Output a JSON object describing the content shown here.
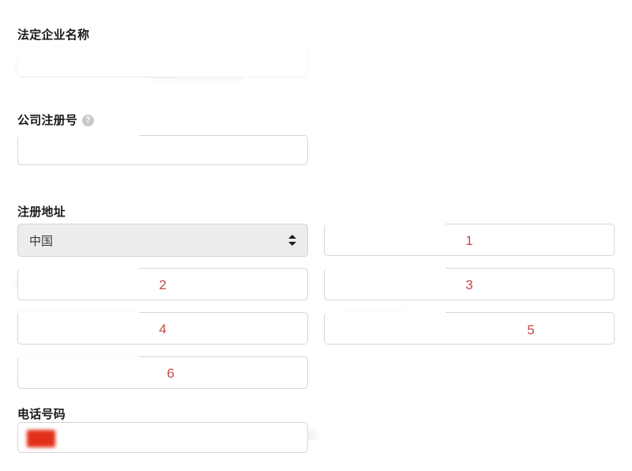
{
  "form": {
    "fields": [
      {
        "id": "legal-business-name",
        "label": "法定企业名称",
        "value": "",
        "placeholder": ""
      },
      {
        "id": "company-registration-number",
        "label": "公司注册号",
        "help_icon": "help-circle-icon",
        "help_glyph": "?",
        "value": "",
        "placeholder": ""
      },
      {
        "id": "registered-address",
        "label": "注册地址",
        "country_value": "中国",
        "stepper_icon": "up-down-stepper-icon"
      },
      {
        "id": "phone-number",
        "label": "电话号码",
        "flag_icon": "china-flag-icon",
        "value": "",
        "placeholder": ""
      }
    ],
    "address_markers": [
      {
        "number": "1",
        "position": "right-column-row-1"
      },
      {
        "number": "2",
        "position": "left-column-row-2"
      },
      {
        "number": "3",
        "position": "right-column-row-2"
      },
      {
        "number": "4",
        "position": "left-column-row-3"
      },
      {
        "number": "5",
        "position": "right-column-row-3"
      },
      {
        "number": "6",
        "position": "left-column-row-4"
      }
    ],
    "colors": {
      "marker_red": "#bf4a46",
      "label_text": "#1a1a1a",
      "input_border": "#d6d6d6",
      "select_background": "#eceded",
      "flag_red": "#e23019",
      "help_icon_background": "#c9c9c9"
    }
  }
}
